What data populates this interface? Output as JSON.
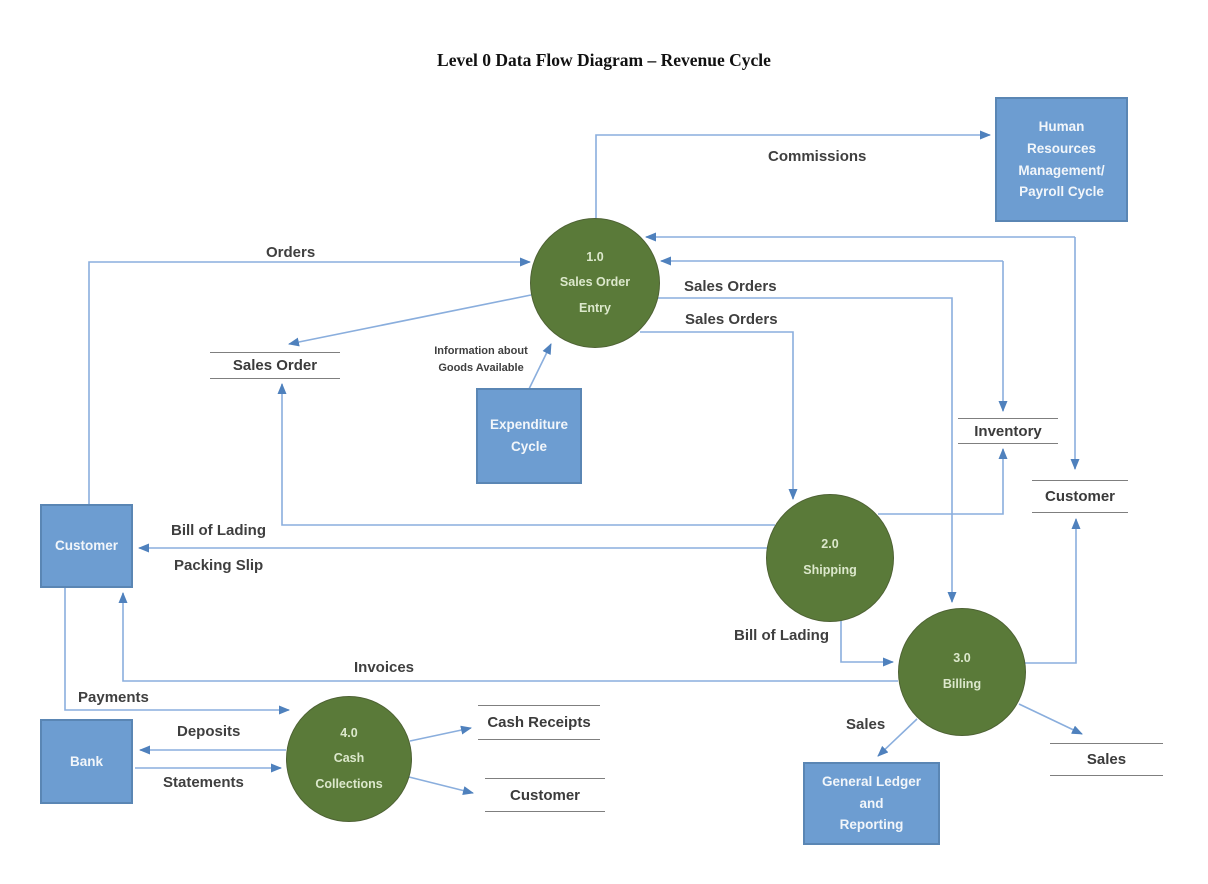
{
  "title": "Level 0 Data Flow Diagram – Revenue Cycle",
  "processes": {
    "sales_order_entry": {
      "label": "1.0\nSales Order\nEntry"
    },
    "shipping": {
      "label": "2.0\nShipping"
    },
    "billing": {
      "label": "3.0\nBilling"
    },
    "cash_collections": {
      "label": "4.0\nCash\nCollections"
    }
  },
  "entities": {
    "hr_payroll": {
      "label": "Human\nResources\nManagement/\nPayroll Cycle"
    },
    "expenditure": {
      "label": "Expenditure\nCycle"
    },
    "customer": {
      "label": "Customer"
    },
    "bank": {
      "label": "Bank"
    },
    "general_ledger": {
      "label": "General Ledger\nand\nReporting"
    }
  },
  "data_stores": {
    "sales_order": {
      "label": "Sales Order"
    },
    "inventory": {
      "label": "Inventory"
    },
    "customer": {
      "label": "Customer"
    },
    "cash_receipts": {
      "label": "Cash Receipts"
    },
    "customer_accounts": {
      "label": "Customer"
    },
    "sales": {
      "label": "Sales"
    }
  },
  "flow_labels": {
    "commissions": "Commissions",
    "orders": "Orders",
    "sales_orders_to_billing": "Sales Orders",
    "sales_orders_to_shipping": "Sales Orders",
    "info_goods": "Information about\nGoods Available",
    "bill_of_lading_customer": "Bill of Lading",
    "packing_slip": "Packing Slip",
    "bill_of_lading_billing": "Bill of Lading",
    "invoices": "Invoices",
    "payments": "Payments",
    "deposits": "Deposits",
    "statements": "Statements",
    "sales_to_gl": "Sales"
  },
  "colors": {
    "process_fill": "#5a7a39",
    "entity_fill": "#6d9dd1",
    "flow_line": "#8aaedd",
    "arrowhead": "#4f81bd",
    "store_line": "#7f7f7f"
  }
}
